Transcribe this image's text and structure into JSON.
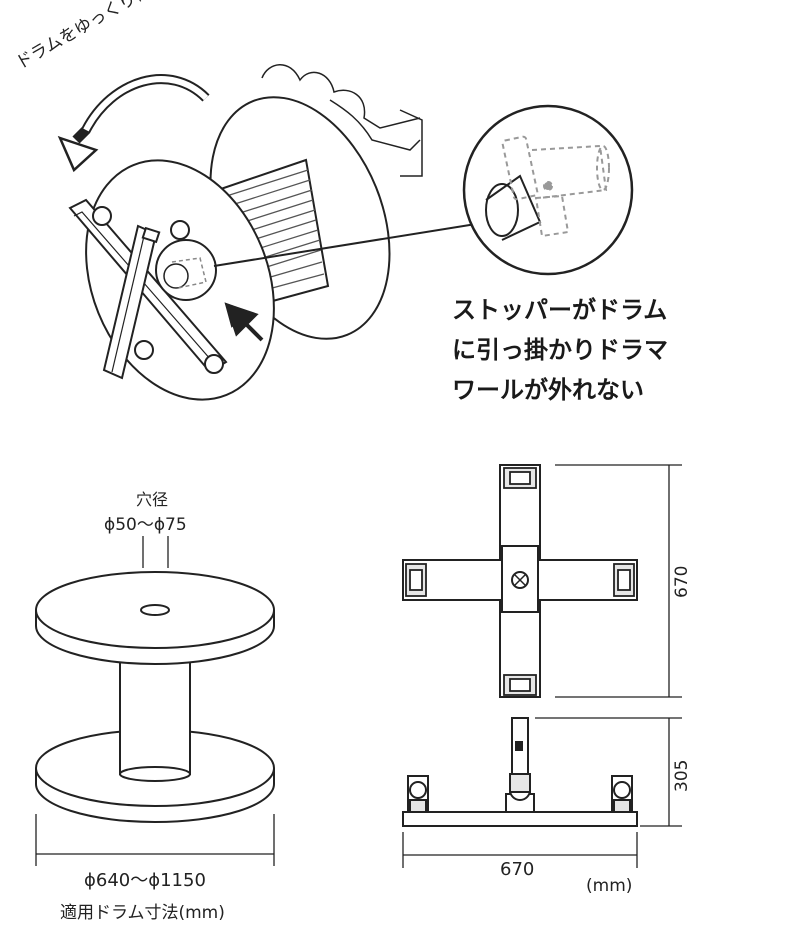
{
  "illustration": {
    "rotate_caption": "ドラムをゆっくり倒す",
    "stopper_caption": [
      "ストッパーがドラム",
      "に引っ掛かりドラマ",
      "ワールが外れない"
    ]
  },
  "drum_figure": {
    "hole_label": "穴径",
    "hole_range": "ϕ50〜ϕ75",
    "flange_range": "ϕ640〜ϕ1150",
    "flange_caption": "適用ドラム寸法(mm)"
  },
  "base_drawing": {
    "depth_dim": "670",
    "height_dim": "305",
    "width_dim": "670",
    "unit": "(mm)"
  },
  "colors": {
    "line": "#222222",
    "fill_gray": "#e6e6e6",
    "mid_gray": "#9a9a9a"
  }
}
